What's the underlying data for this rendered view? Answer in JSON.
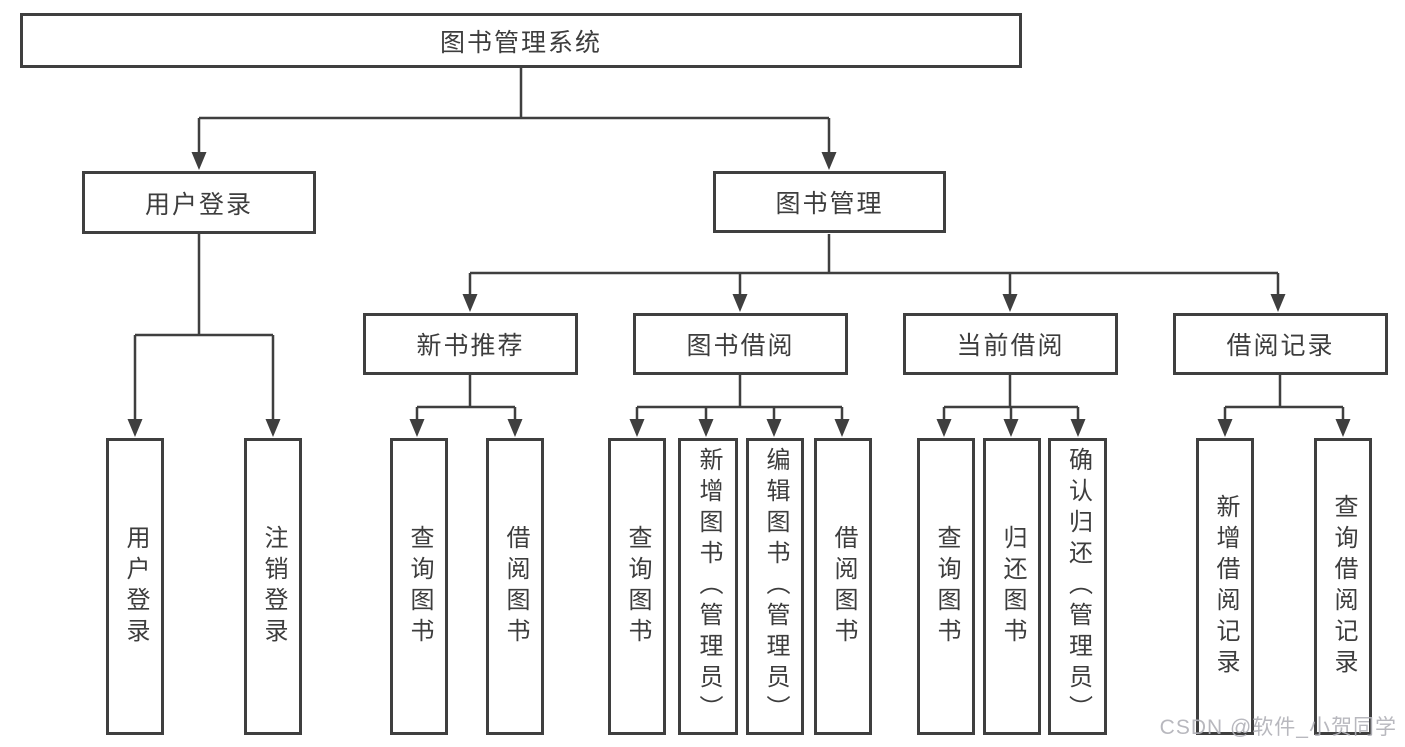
{
  "diagram": {
    "root": {
      "label": "图书管理系统"
    },
    "level2": [
      {
        "label": "用户登录"
      },
      {
        "label": "图书管理"
      }
    ],
    "level3": [
      {
        "label": "新书推荐"
      },
      {
        "label": "图书借阅"
      },
      {
        "label": "当前借阅"
      },
      {
        "label": "借阅记录"
      }
    ],
    "leaves": {
      "user_login": [
        "用户登录",
        "注销登录"
      ],
      "new_book_recommend": [
        "查询图书",
        "借阅图书"
      ],
      "book_borrow": [
        "查询图书",
        "新增图书（管理员）",
        "编辑图书（管理员）",
        "借阅图书"
      ],
      "current_borrow": [
        "查询图书",
        "归还图书",
        "确认归还（管理员）"
      ],
      "borrow_records": [
        "新增借阅记录",
        "查询借阅记录"
      ]
    }
  },
  "watermark": {
    "text": "CSDN @软件_小贺同学"
  },
  "colors": {
    "line": "#3f3f3f",
    "text": "#3d3d3d",
    "box_background": "#ffffff",
    "watermark": "#b2b2b8"
  }
}
